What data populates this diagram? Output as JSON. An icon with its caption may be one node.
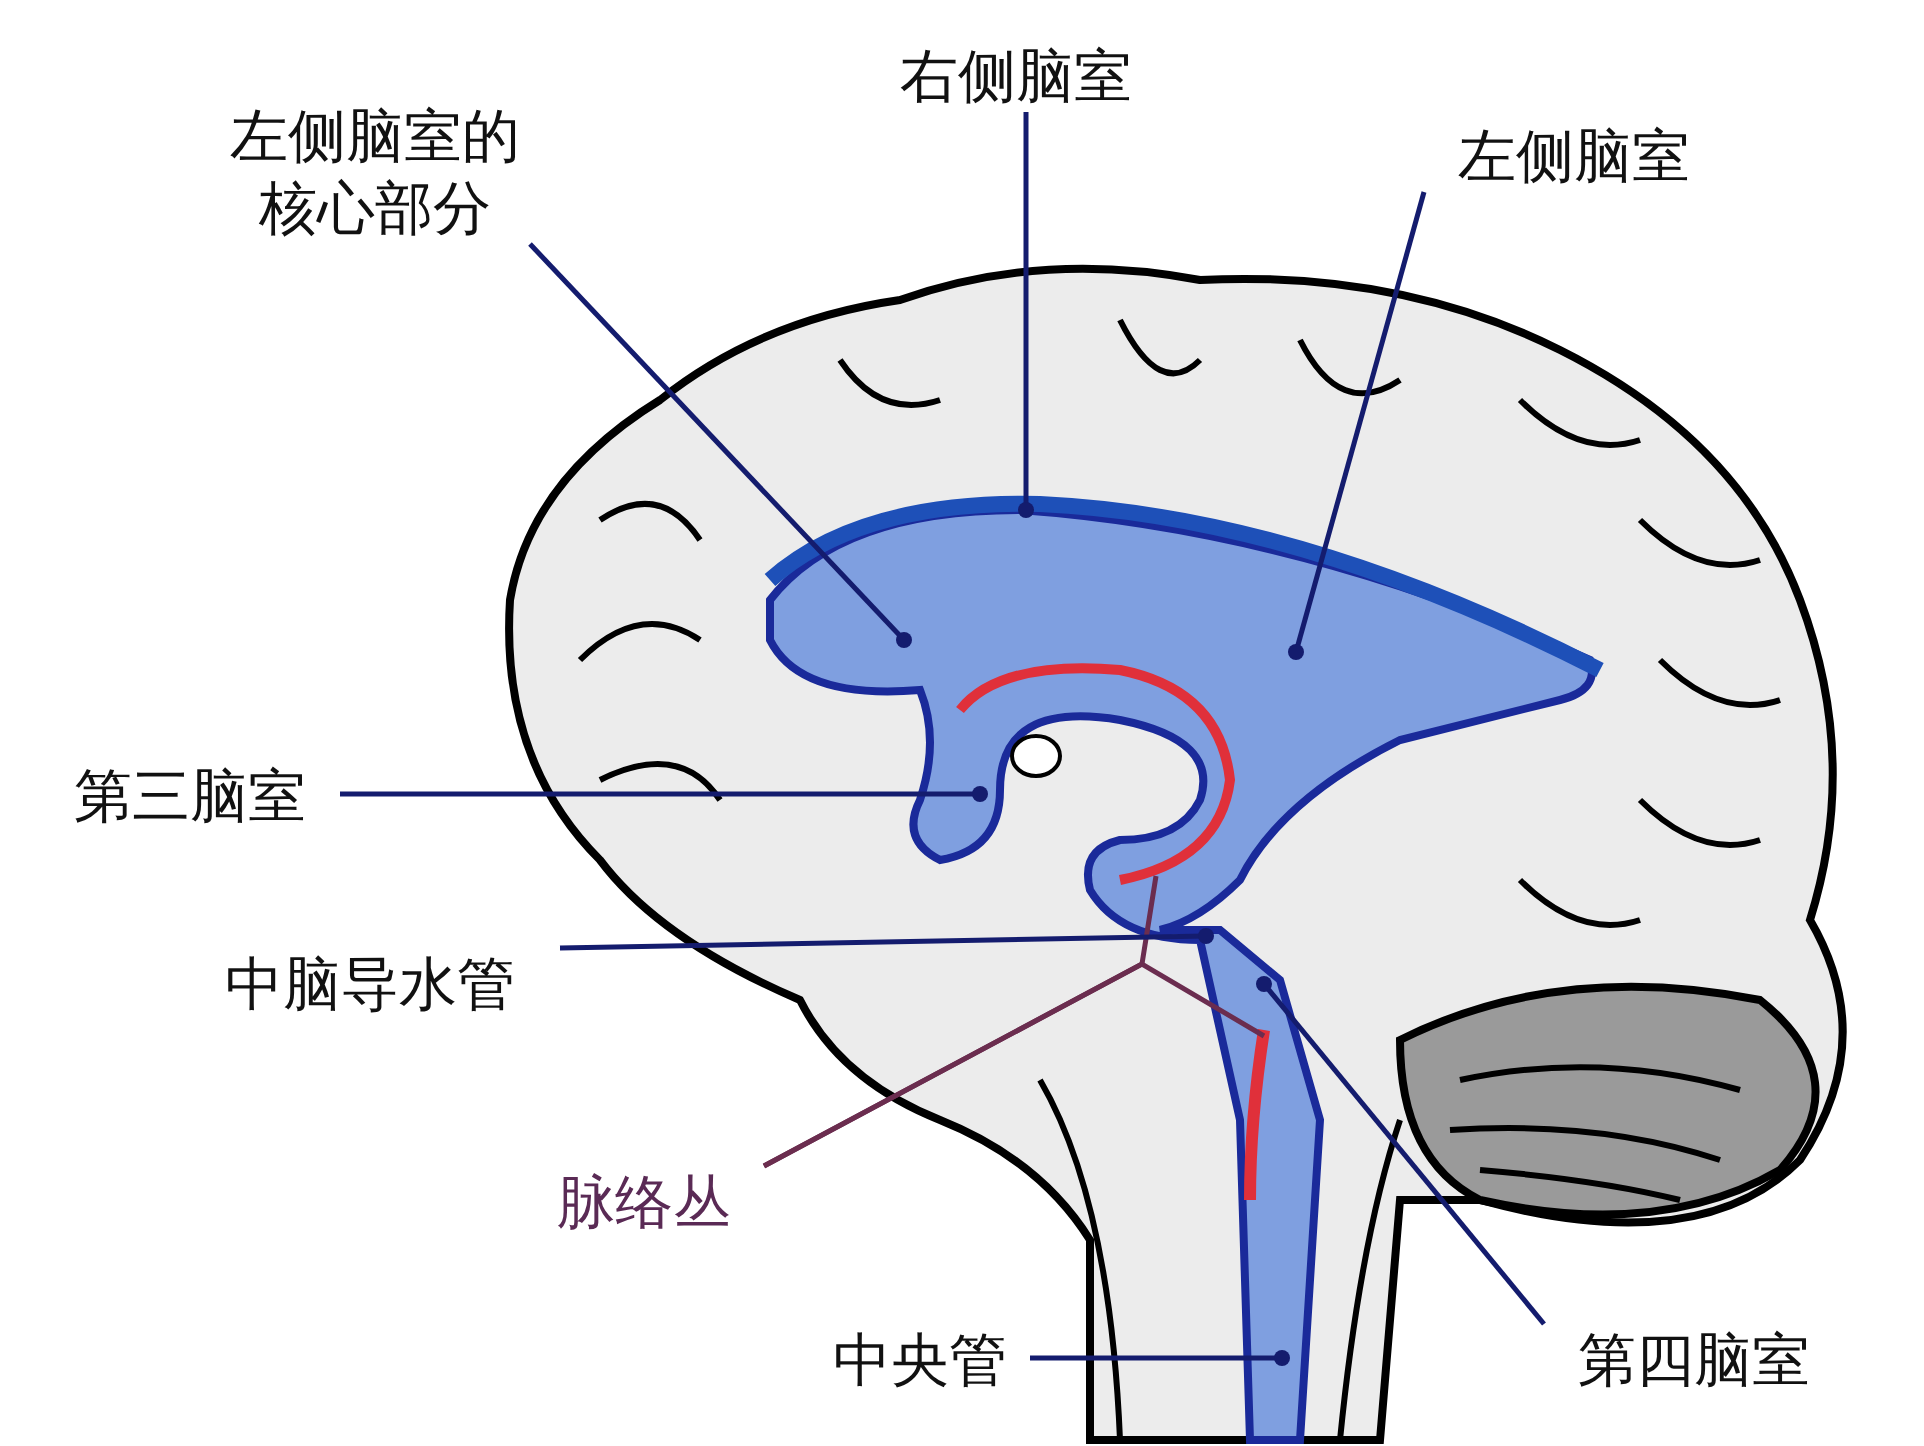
{
  "diagram": {
    "nodes": [
      {
        "text": [
          "左侧脑室的核心部分"
        ]
      },
      {
        "text": [
          "右侧脑室"
        ]
      },
      {
        "text": [
          "左侧脑室"
        ]
      },
      {
        "text": [
          "第三脑室"
        ]
      },
      {
        "text": [
          "中脑导水管"
        ]
      },
      {
        "text": [
          "脉络丛"
        ]
      },
      {
        "text": [
          "第四脑室"
        ]
      },
      {
        "text": [
          "中央管"
        ]
      }
    ],
    "edges": [
      {
        "from": 0,
        "to": null,
        "arrow": "other"
      },
      {
        "from": 1,
        "to": null,
        "arrow": "other"
      },
      {
        "from": 2,
        "to": null,
        "arrow": "other"
      },
      {
        "from": 3,
        "to": null,
        "arrow": "other"
      },
      {
        "from": 5,
        "to": null,
        "arrow": "none",
        "color": "#6b2d4f"
      },
      {
        "from": 5,
        "to": null,
        "arrow": "none",
        "color": "#6b2d4f"
      },
      {
        "from": 4,
        "to": null,
        "arrow": "other"
      },
      {
        "from": 6,
        "to": null,
        "arrow": "other"
      },
      {
        "from": 7,
        "to": null,
        "arrow": "other"
      }
    ]
  }
}
